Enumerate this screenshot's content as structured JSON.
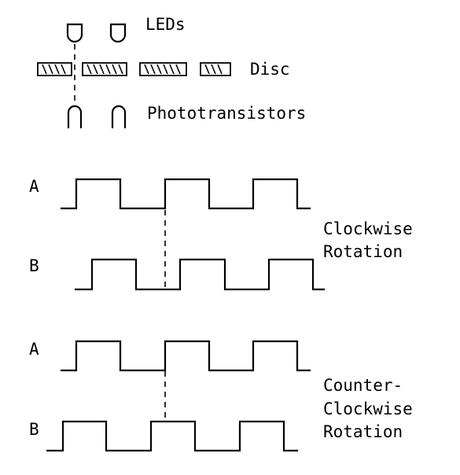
{
  "labels": {
    "leds": "LEDs",
    "disc": "Disc",
    "phototransistors": "Phototransistors",
    "clockwise": [
      "Clockwise",
      "Rotation"
    ],
    "counter_clockwise": [
      "Counter-",
      "Clockwise",
      "Rotation"
    ]
  },
  "waveforms": {
    "clockwise": {
      "channel_a": {
        "name": "A",
        "levels": [
          0,
          1,
          0,
          1,
          0,
          1,
          0
        ]
      },
      "channel_b": {
        "name": "B",
        "levels": [
          0,
          1,
          0,
          1,
          0,
          1,
          0
        ]
      }
    },
    "counter_clockwise": {
      "channel_a": {
        "name": "A",
        "levels": [
          0,
          1,
          0,
          1,
          0,
          1,
          0
        ]
      },
      "channel_b": {
        "name": "B",
        "levels": [
          0,
          1,
          0,
          1,
          0,
          1,
          0
        ]
      }
    }
  }
}
